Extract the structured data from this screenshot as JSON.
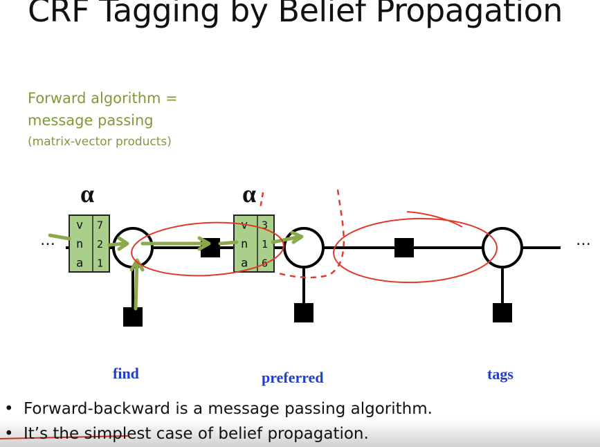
{
  "title": "CRF Tagging by Belief Propagation",
  "annotation": {
    "line1": "Forward algorithm =",
    "line2": "message passing",
    "line3": "(matrix-vector products)"
  },
  "alpha_label": "α",
  "ellipsis": "…",
  "alpha_table_1": [
    {
      "tag": "v",
      "value": "7"
    },
    {
      "tag": "n",
      "value": "2"
    },
    {
      "tag": "a",
      "value": "1"
    }
  ],
  "alpha_table_2": [
    {
      "tag": "v",
      "value": "3"
    },
    {
      "tag": "n",
      "value": "1"
    },
    {
      "tag": "a",
      "value": "6"
    }
  ],
  "words": [
    "find",
    "preferred",
    "tags"
  ],
  "bullets": [
    "Forward-backward is a message passing algorithm.",
    "It’s the simplest case of belief propagation."
  ],
  "colors": {
    "green": "#7f9a3a",
    "box_fill": "#a9cf8a",
    "red": "#e0392b",
    "word_blue": "#1f3fc8"
  }
}
